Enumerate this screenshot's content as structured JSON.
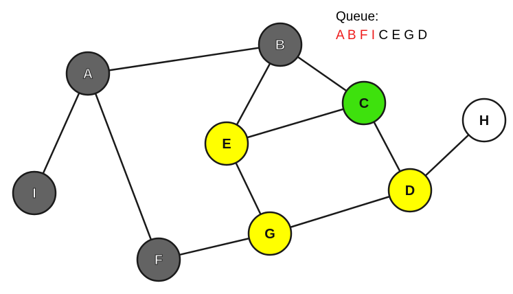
{
  "queue": {
    "title": "Queue:",
    "processed": "A B F I",
    "pending": "C E G D",
    "processed_color": "#ee1c1c",
    "pending_color": "#000000"
  },
  "state_colors": {
    "visited": "#636363",
    "current": "#3ee10d",
    "queued": "#ffff00",
    "unvisited": "#ffffff"
  },
  "nodes": [
    {
      "id": "A",
      "label": "A",
      "state": "visited"
    },
    {
      "id": "B",
      "label": "B",
      "state": "visited"
    },
    {
      "id": "C",
      "label": "C",
      "state": "current"
    },
    {
      "id": "D",
      "label": "D",
      "state": "queued"
    },
    {
      "id": "E",
      "label": "E",
      "state": "queued"
    },
    {
      "id": "F",
      "label": "F",
      "state": "visited"
    },
    {
      "id": "G",
      "label": "G",
      "state": "queued"
    },
    {
      "id": "H",
      "label": "H",
      "state": "unvisited"
    },
    {
      "id": "I",
      "label": "I",
      "state": "visited"
    }
  ],
  "edges": [
    [
      "A",
      "B"
    ],
    [
      "A",
      "I"
    ],
    [
      "A",
      "F"
    ],
    [
      "B",
      "E"
    ],
    [
      "B",
      "C"
    ],
    [
      "C",
      "E"
    ],
    [
      "C",
      "D"
    ],
    [
      "D",
      "H"
    ],
    [
      "D",
      "G"
    ],
    [
      "E",
      "G"
    ],
    [
      "F",
      "G"
    ]
  ]
}
